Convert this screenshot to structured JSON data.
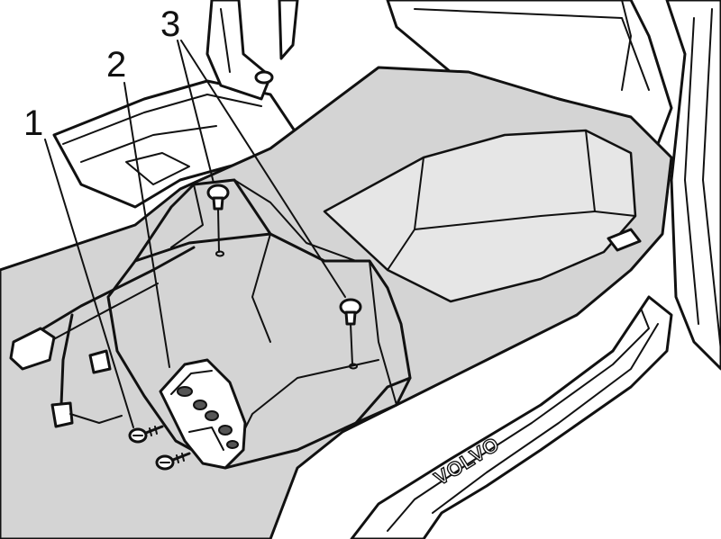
{
  "callouts": [
    {
      "label": "1",
      "part": "screw"
    },
    {
      "label": "2",
      "part": "cover-plate"
    },
    {
      "label": "3",
      "part": "clip"
    }
  ],
  "sill_emboss_text": "VOLVO",
  "colors": {
    "carpet": "#d4d4d4",
    "outline": "#111111",
    "background": "#ffffff"
  }
}
